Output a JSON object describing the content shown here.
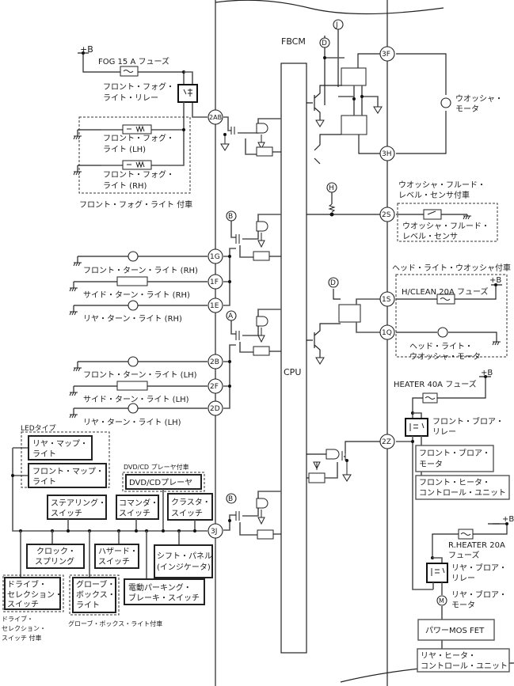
{
  "module": {
    "name": "FBCM",
    "cpu": "CPU"
  },
  "connectors": {
    "c2AB": "2AB",
    "c1G": "1G",
    "c1F": "1F",
    "c1E": "1E",
    "c2B": "2B",
    "c2F": "2F",
    "c2D": "2D",
    "c3J": "3J",
    "c3F": "3F",
    "c3H": "3H",
    "c2S": "2S",
    "c1S": "1S",
    "c1Q": "1Q",
    "c2Z": "2Z"
  },
  "refs": {
    "d1": "D",
    "j": "J",
    "h": "H",
    "b1": "B",
    "a": "A",
    "d2": "D",
    "b2": "B"
  },
  "power": {
    "plus_b": "+B"
  },
  "fog": {
    "fuse": "FOG 15 A フューズ",
    "relay_l1": "フロント・フォグ・",
    "relay_l2": "ライト・リレー",
    "lh_l1": "フロント・フォグ・",
    "lh_l2": "ライト (LH)",
    "rh_l1": "フロント・フォグ・",
    "rh_l2": "ライト (RH)",
    "option": "フロント・フォグ・ライト 付車"
  },
  "turn": {
    "front_rh": "フロント・ターン・ライト (RH)",
    "side_rh": "サイド・ターン・ライト (RH)",
    "rear_rh": "リヤ・ターン・ライト (RH)",
    "front_lh": "フロント・ターン・ライト (LH)",
    "side_lh": "サイド・ターン・ライト (LH)",
    "rear_lh": "リヤ・ターン・ライト (LH)"
  },
  "illum": {
    "led_type": "LEDタイプ",
    "rear_map_l1": "リヤ・マップ・",
    "rear_map_l2": "ライト",
    "front_map_l1": "フロント・マップ・",
    "front_map_l2": "ライト",
    "dvd_option": "DVD/CD プレーヤ付車",
    "dvd": "DVD/CDプレーヤ",
    "steering_l1": "ステアリング・",
    "steering_l2": "スイッチ",
    "commander_l1": "コマンダ・",
    "commander_l2": "スイッチ",
    "cluster_l1": "クラスタ・",
    "cluster_l2": "スイッチ",
    "clock_l1": "クロック・",
    "clock_l2": "スプリング",
    "hazard_l1": "ハザード・",
    "hazard_l2": "スイッチ",
    "shift_l1": "シフト・パネル",
    "shift_l2": "(インジケータ)",
    "drive_l1": "ドライブ・",
    "drive_l2": "セレクション・",
    "drive_l3": "スイッチ",
    "glove_l1": "グローブ・",
    "glove_l2": "ボックス・",
    "glove_l3": "ライト",
    "epb_l1": "電動パーキング・",
    "epb_l2": "ブレーキ・スイッチ",
    "drive_opt_l1": "ドライブ・",
    "drive_opt_l2": "セレクション・",
    "drive_opt_l3": "スイッチ 付車",
    "glove_opt": "グローブ・ボックス・ライト付車"
  },
  "washer": {
    "motor_l1": "ウオッシャ・",
    "motor_l2": "モータ",
    "fluid_opt_l1": "ウオッシャ・フルード・",
    "fluid_opt_l2": "レベル・センサ付車",
    "fluid_l1": "ウオッシャ・フルード・",
    "fluid_l2": "レベル・センサ",
    "hl_opt": "ヘッド・ライト・ウオッシャ付車",
    "hclean_fuse": "H/CLEAN 20A フューズ",
    "hl_motor_l1": "ヘッド・ライト・",
    "hl_motor_l2": "ウオッシャ・モータ"
  },
  "heater": {
    "fuse": "HEATER 40A フューズ",
    "relay_l1": "フロント・ブロア・",
    "relay_l2": "リレー",
    "motor_l1": "フロント・ブロア・",
    "motor_l2": "モータ",
    "ctrl_l1": "フロント・ヒータ・",
    "ctrl_l2": "コントロール・ユニット",
    "r_fuse_l1": "R.HEATER 20A",
    "r_fuse_l2": "フューズ",
    "r_relay_l1": "リヤ・ブロア・",
    "r_relay_l2": "リレー",
    "r_motor_l1": "リヤ・ブロア・",
    "r_motor_l2": "モータ",
    "mosfet": "パワーMOS FET",
    "r_ctrl_l1": "リヤ・ヒータ・",
    "r_ctrl_l2": "コントロール・ユニット",
    "motor_symbol": "M"
  }
}
